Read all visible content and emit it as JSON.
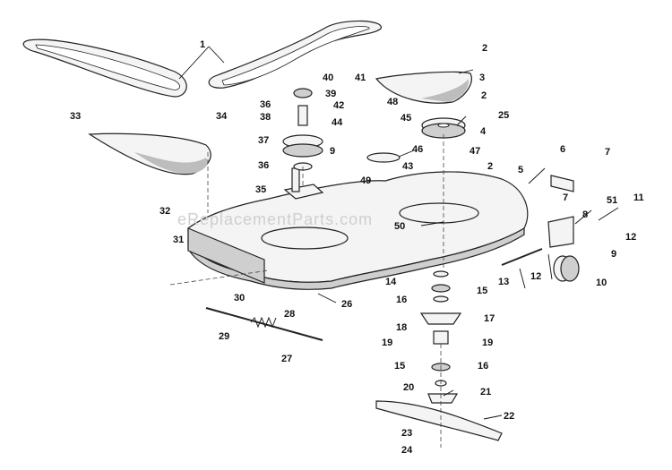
{
  "watermark": "eReplacementParts.com",
  "callouts": {
    "c1": "1",
    "c2a": "2",
    "c3": "3",
    "c2b": "2",
    "c25": "25",
    "c4": "4",
    "c40": "40",
    "c41": "41",
    "c39": "39",
    "c36a": "36",
    "c42": "42",
    "c38": "38",
    "c48": "48",
    "c44": "44",
    "c45": "45",
    "c34": "34",
    "c33": "33",
    "c37": "37",
    "c46": "46",
    "c47": "47",
    "c9a": "9",
    "c36b": "36",
    "c43": "43",
    "c2c": "2",
    "c6": "6",
    "c7a": "7",
    "c5": "5",
    "c49": "49",
    "c35": "35",
    "c7b": "7",
    "c32": "32",
    "c31": "31",
    "c50": "50",
    "c8": "8",
    "c51": "51",
    "c11": "11",
    "c12a": "12",
    "c9b": "9",
    "c14": "14",
    "c15a": "15",
    "c16a": "16",
    "c17": "17",
    "c13": "13",
    "c12b": "12",
    "c10": "10",
    "c26": "26",
    "c30": "30",
    "c28": "28",
    "c29": "29",
    "c27": "27",
    "c18": "18",
    "c19a": "19",
    "c19b": "19",
    "c15b": "15",
    "c16b": "16",
    "c20": "20",
    "c21": "21",
    "c22": "22",
    "c23": "23",
    "c24": "24"
  }
}
